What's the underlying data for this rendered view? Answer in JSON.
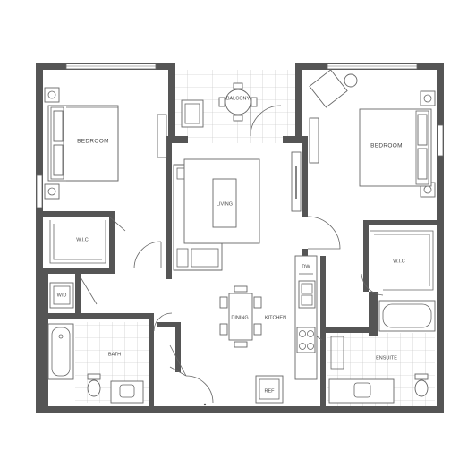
{
  "rooms": {
    "bedroom_left": "BEDROOM",
    "bedroom_right": "BEDROOM",
    "balcony": "BALCONY",
    "living": "LIVING",
    "dining": "DINING",
    "kitchen": "KITCHEN",
    "wic_left": "W.I.C",
    "wic_right": "W.I.C",
    "wd": "W/D",
    "bath": "BATH",
    "ensuite": "ENSUITE",
    "dw": "DW",
    "ref": "REF"
  },
  "colors": {
    "wall": "#555555",
    "line": "#666666",
    "tile_line": "#bdbdbd",
    "background": "#ffffff"
  }
}
